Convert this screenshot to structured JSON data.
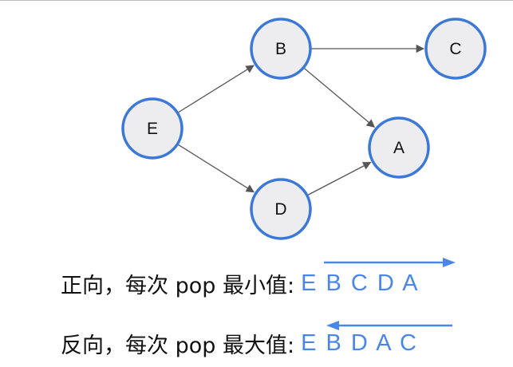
{
  "colors": {
    "node_fill": "#ededef",
    "node_stroke": "#3b78d8",
    "edge": "#555555",
    "sequence_blue": "#4a86e8",
    "text": "#111111"
  },
  "graph": {
    "nodes": [
      {
        "id": "E",
        "label": "E"
      },
      {
        "id": "B",
        "label": "B"
      },
      {
        "id": "C",
        "label": "C"
      },
      {
        "id": "A",
        "label": "A"
      },
      {
        "id": "D",
        "label": "D"
      }
    ],
    "edges": [
      {
        "from": "E",
        "to": "B"
      },
      {
        "from": "E",
        "to": "D"
      },
      {
        "from": "B",
        "to": "C"
      },
      {
        "from": "B",
        "to": "A"
      },
      {
        "from": "D",
        "to": "A"
      }
    ]
  },
  "captions": {
    "forward": {
      "label": "正向，每次 pop 最小值:",
      "sequence": "E B C D A",
      "arrow_direction": "right"
    },
    "reverse": {
      "label": "反向，每次 pop 最大值:",
      "sequence": "E B D A C",
      "arrow_direction": "left"
    }
  }
}
